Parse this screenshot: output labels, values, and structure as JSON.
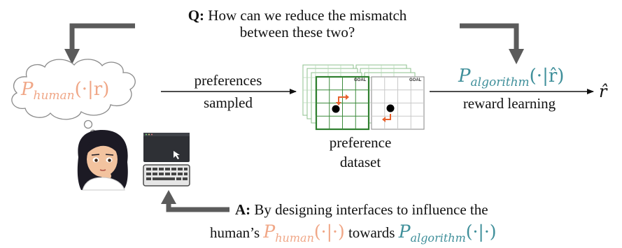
{
  "question": {
    "prefix": "Q:",
    "line1": "How can we reduce the mismatch",
    "line2": "between these two?"
  },
  "human_dist": {
    "symbol": "P",
    "subscript": "human",
    "args": "(·|r)"
  },
  "edge_preferences": {
    "line1": "preferences",
    "line2": "sampled"
  },
  "dataset": {
    "goal_label": "GOAL",
    "label_line1": "preference",
    "label_line2": "dataset"
  },
  "algorithm_dist": {
    "symbol": "P",
    "subscript": "algorithm",
    "args": "(·|r̂)",
    "edge_label": "reward learning"
  },
  "output": {
    "symbol": "r̂"
  },
  "answer": {
    "prefix": "A:",
    "line1": "By designing interfaces to influence the",
    "line2_a": "human’s",
    "human_symbol": "P",
    "human_subscript": "human",
    "human_args": "(·|·)",
    "line2_b": "towards",
    "algo_symbol": "P",
    "algo_subscript": "algorithm",
    "algo_args": "(·|·)"
  },
  "colors": {
    "human": "#f0a787",
    "algorithm": "#3f8f9a",
    "arrow_gray": "#5b5b5b",
    "grid_green": "#3c8a3c",
    "move_arrow": "#e8622e"
  },
  "icons": {
    "person": "thinking-person-icon",
    "computer": "computer-keyboard-icon",
    "thought_cloud": "thought-cloud-icon"
  }
}
